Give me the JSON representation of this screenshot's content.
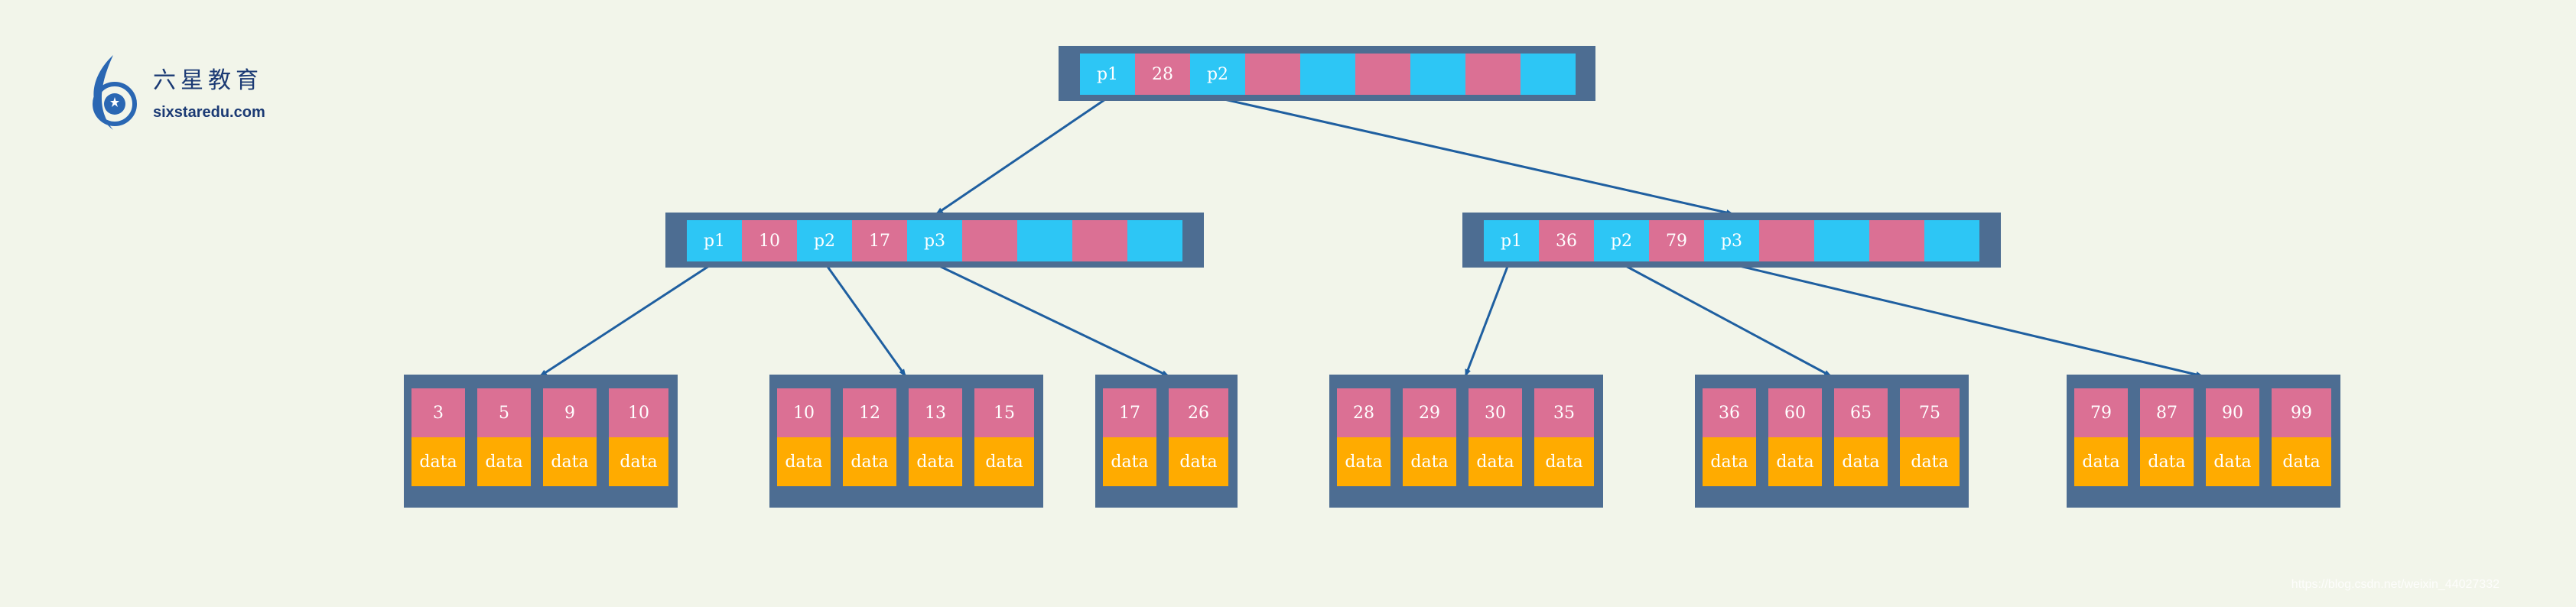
{
  "logo": {
    "name_cn": "六星教育",
    "site": "sixstaredu.com"
  },
  "watermark": "https://blog.csdn.net/weixin_44027332",
  "colors": {
    "node_frame": "#4d6d92",
    "pointer_cell": "#2dc6f5",
    "key_cell": "#db7094",
    "data_cell": "#ffab00",
    "edge": "#1f5fa0",
    "background": "#f2f5ea"
  },
  "root": {
    "cells": [
      "p1",
      "28",
      "p2",
      "",
      "",
      "",
      "",
      "",
      ""
    ]
  },
  "internal": [
    {
      "cells": [
        "p1",
        "10",
        "p2",
        "17",
        "p3",
        "",
        "",
        "",
        ""
      ]
    },
    {
      "cells": [
        "p1",
        "36",
        "p2",
        "79",
        "p3",
        "",
        "",
        "",
        ""
      ]
    }
  ],
  "leaves": [
    {
      "keys": [
        "3",
        "5",
        "9",
        "10"
      ],
      "data": [
        "data",
        "data",
        "data",
        "data"
      ]
    },
    {
      "keys": [
        "10",
        "12",
        "13",
        "15"
      ],
      "data": [
        "data",
        "data",
        "data",
        "data"
      ]
    },
    {
      "keys": [
        "17",
        "26"
      ],
      "data": [
        "data",
        "data"
      ]
    },
    {
      "keys": [
        "28",
        "29",
        "30",
        "35"
      ],
      "data": [
        "data",
        "data",
        "data",
        "data"
      ]
    },
    {
      "keys": [
        "36",
        "60",
        "65",
        "75"
      ],
      "data": [
        "data",
        "data",
        "data",
        "data"
      ]
    },
    {
      "keys": [
        "79",
        "87",
        "90",
        "99"
      ],
      "data": [
        "data",
        "data",
        "data",
        "data"
      ]
    }
  ]
}
